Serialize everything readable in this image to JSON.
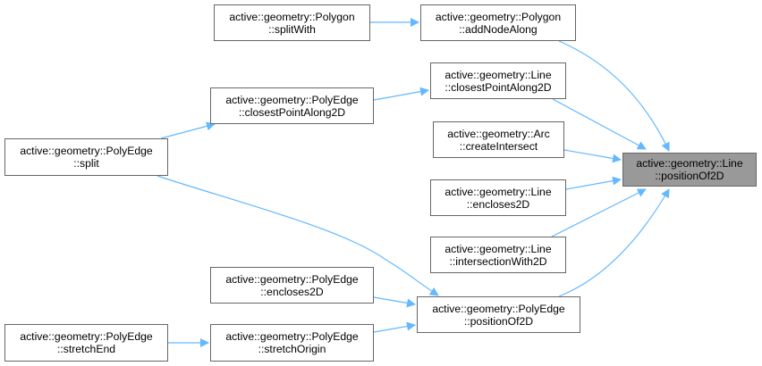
{
  "diagram": {
    "type": "doxygen-caller-graph",
    "edge_color": "#63b8ff",
    "node_border_color": "#666666",
    "focus_fill_color": "#999999",
    "nodes": [
      {
        "id": "line_positionOf2D",
        "line1": "active::geometry::Line",
        "line2": "::positionOf2D",
        "focus": true
      },
      {
        "id": "polygon_addNodeAlong",
        "line1": "active::geometry::Polygon",
        "line2": "::addNodeAlong"
      },
      {
        "id": "polygon_splitWith",
        "line1": "active::geometry::Polygon",
        "line2": "::splitWith"
      },
      {
        "id": "line_closestPointAlong2D",
        "line1": "active::geometry::Line",
        "line2": "::closestPointAlong2D"
      },
      {
        "id": "polyedge_closestPointAlong2D",
        "line1": "active::geometry::PolyEdge",
        "line2": "::closestPointAlong2D"
      },
      {
        "id": "polyedge_split",
        "line1": "active::geometry::PolyEdge",
        "line2": "::split"
      },
      {
        "id": "arc_createIntersect",
        "line1": "active::geometry::Arc",
        "line2": "::createIntersect"
      },
      {
        "id": "line_encloses2D",
        "line1": "active::geometry::Line",
        "line2": "::encloses2D"
      },
      {
        "id": "line_intersectionWith2D",
        "line1": "active::geometry::Line",
        "line2": "::intersectionWith2D"
      },
      {
        "id": "polyedge_encloses2D",
        "line1": "active::geometry::PolyEdge",
        "line2": "::encloses2D"
      },
      {
        "id": "polyedge_positionOf2D",
        "line1": "active::geometry::PolyEdge",
        "line2": "::positionOf2D"
      },
      {
        "id": "polyedge_stretchEnd",
        "line1": "active::geometry::PolyEdge",
        "line2": "::stretchEnd"
      },
      {
        "id": "polyedge_stretchOrigin",
        "line1": "active::geometry::PolyEdge",
        "line2": "::stretchOrigin"
      }
    ],
    "edges": [
      {
        "from": "polygon_splitWith",
        "to": "polygon_addNodeAlong"
      },
      {
        "from": "polygon_addNodeAlong",
        "to": "line_positionOf2D"
      },
      {
        "from": "polyedge_closestPointAlong2D",
        "to": "line_closestPointAlong2D"
      },
      {
        "from": "line_closestPointAlong2D",
        "to": "line_positionOf2D"
      },
      {
        "from": "polyedge_split",
        "to": "polyedge_closestPointAlong2D"
      },
      {
        "from": "polyedge_split",
        "to": "polyedge_positionOf2D"
      },
      {
        "from": "arc_createIntersect",
        "to": "line_positionOf2D"
      },
      {
        "from": "line_encloses2D",
        "to": "line_positionOf2D"
      },
      {
        "from": "line_intersectionWith2D",
        "to": "line_positionOf2D"
      },
      {
        "from": "polyedge_positionOf2D",
        "to": "line_positionOf2D"
      },
      {
        "from": "polyedge_encloses2D",
        "to": "polyedge_positionOf2D"
      },
      {
        "from": "polyedge_stretchOrigin",
        "to": "polyedge_positionOf2D"
      },
      {
        "from": "polyedge_stretchEnd",
        "to": "polyedge_stretchOrigin"
      }
    ]
  }
}
